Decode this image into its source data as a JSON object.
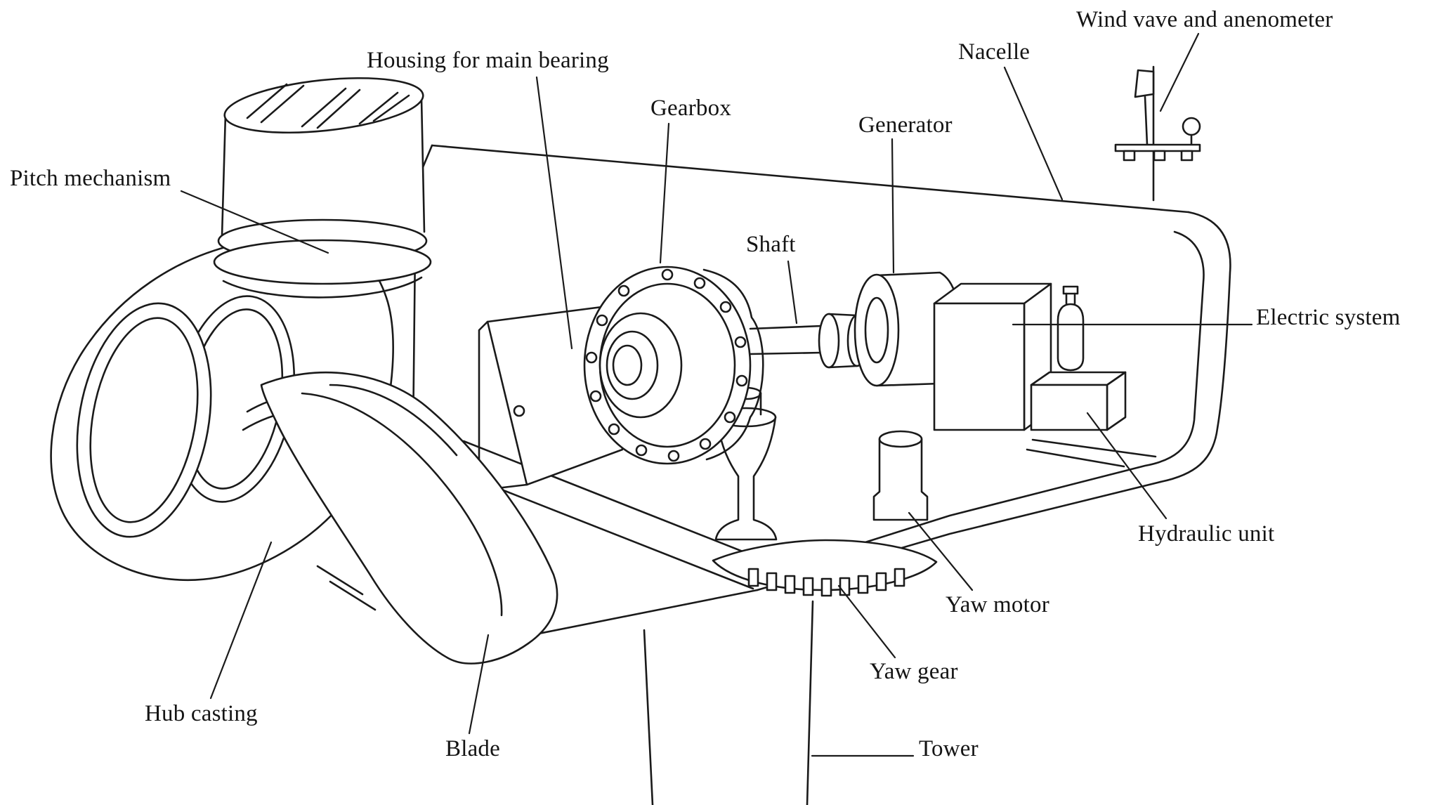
{
  "figure": {
    "background": "#ffffff",
    "line_color": "#1a1a1a",
    "labels": {
      "pitch_mechanism": "Pitch mechanism",
      "housing_main_bearing": "Housing for main bearing",
      "gearbox": "Gearbox",
      "shaft": "Shaft",
      "generator": "Generator",
      "nacelle": "Nacelle",
      "wind_vane_anemometer": "Wind vave and anenometer",
      "electric_system": "Electric system",
      "hydraulic_unit": "Hydraulic unit",
      "yaw_motor": "Yaw motor",
      "yaw_gear": "Yaw gear",
      "tower": "Tower",
      "blade": "Blade",
      "hub_casting": "Hub casting"
    }
  }
}
